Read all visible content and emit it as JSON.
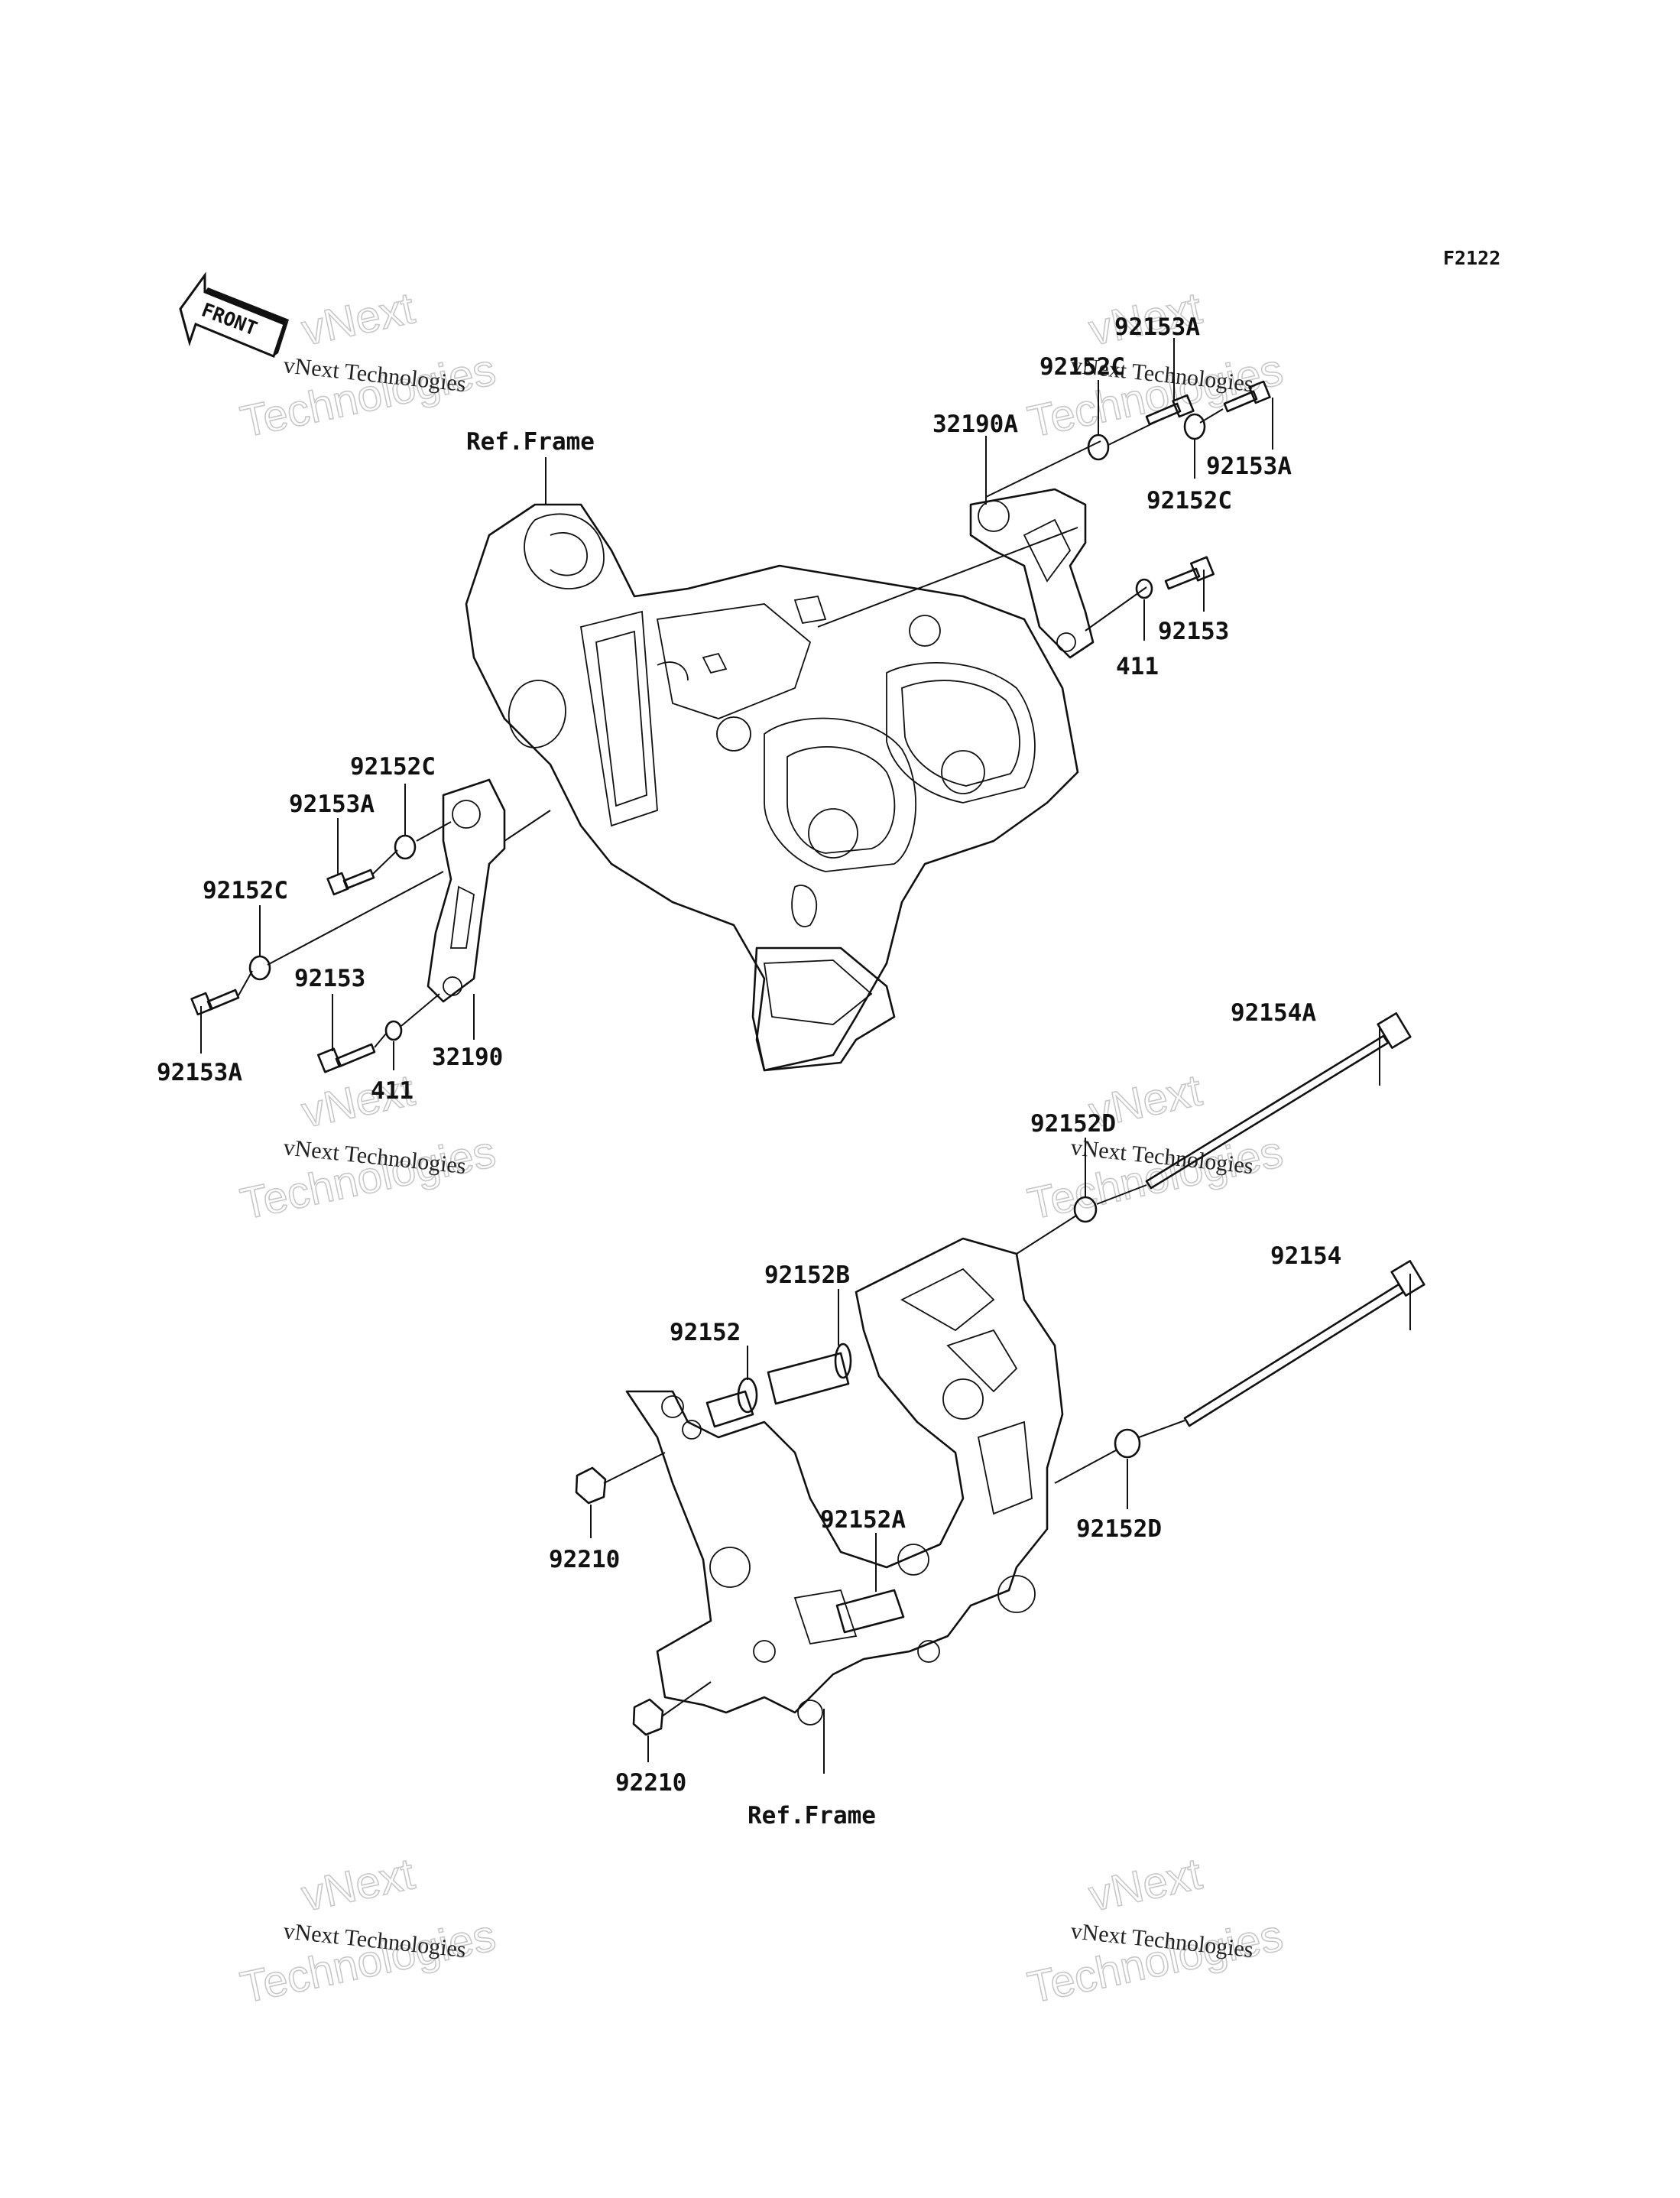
{
  "diagram_code": "F2122",
  "front_arrow_label": "FRONT",
  "watermark": {
    "line1": "vNext Technologies",
    "line2a": "vNext",
    "line2b": "Technologies"
  },
  "labels": {
    "ref_frame_top": "Ref.Frame",
    "ref_frame_bottom": "Ref.Frame",
    "p_92153A_top": "92153A",
    "p_92152C_top": "92152C",
    "p_32190A": "32190A",
    "p_92153A_right": "92153A",
    "p_92152C_right": "92152C",
    "p_92153_right": "92153",
    "p_411_right": "411",
    "p_92152C_left1": "92152C",
    "p_92153A_left1": "92153A",
    "p_92152C_left2": "92152C",
    "p_92153_left": "92153",
    "p_92153A_left2": "92153A",
    "p_411_left": "411",
    "p_32190": "32190",
    "p_92154A": "92154A",
    "p_92152D_top": "92152D",
    "p_92152B": "92152B",
    "p_92154": "92154",
    "p_92152": "92152",
    "p_92152A": "92152A",
    "p_92152D_right": "92152D",
    "p_92210_top": "92210",
    "p_92210_bottom": "92210"
  }
}
